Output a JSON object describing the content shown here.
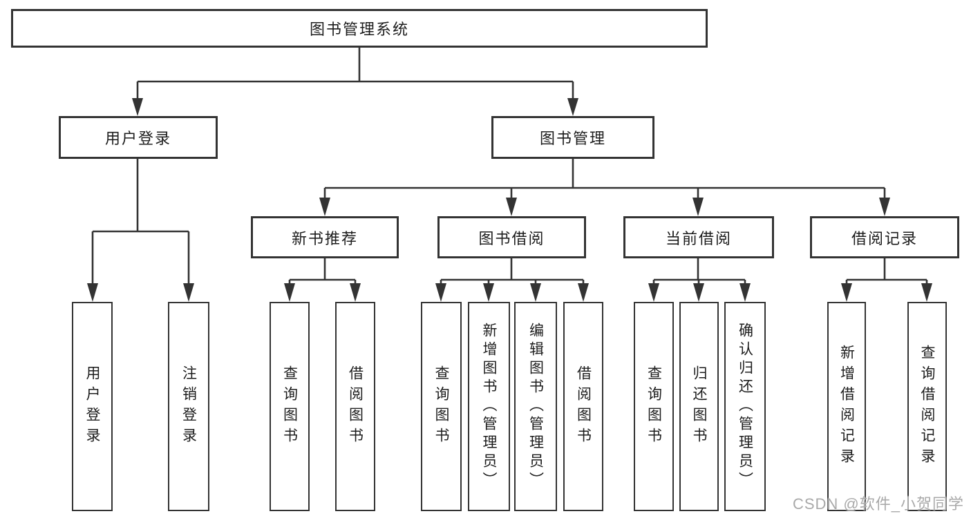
{
  "diagram": {
    "root": "图书管理系统",
    "branches": [
      {
        "label": "用户登录",
        "children": [
          "用户登录",
          "注销登录"
        ]
      },
      {
        "label": "图书管理",
        "sections": [
          {
            "label": "新书推荐",
            "children": [
              "查询图书",
              "借阅图书"
            ]
          },
          {
            "label": "图书借阅",
            "children": [
              "查询图书",
              "新增图书（管理员）",
              "编辑图书（管理员）",
              "借阅图书"
            ]
          },
          {
            "label": "当前借阅",
            "children": [
              "查询图书",
              "归还图书",
              "确认归还（管理员）"
            ]
          },
          {
            "label": "借阅记录",
            "children": [
              "新增借阅记录",
              "查询借阅记录"
            ]
          }
        ]
      }
    ]
  },
  "watermark": "CSDN @软件_小贺同学",
  "colors": {
    "line": "#333333",
    "box_border": "#333333",
    "text": "#1c1c1c",
    "watermark": "#a9a9a9",
    "background": "#ffffff"
  }
}
